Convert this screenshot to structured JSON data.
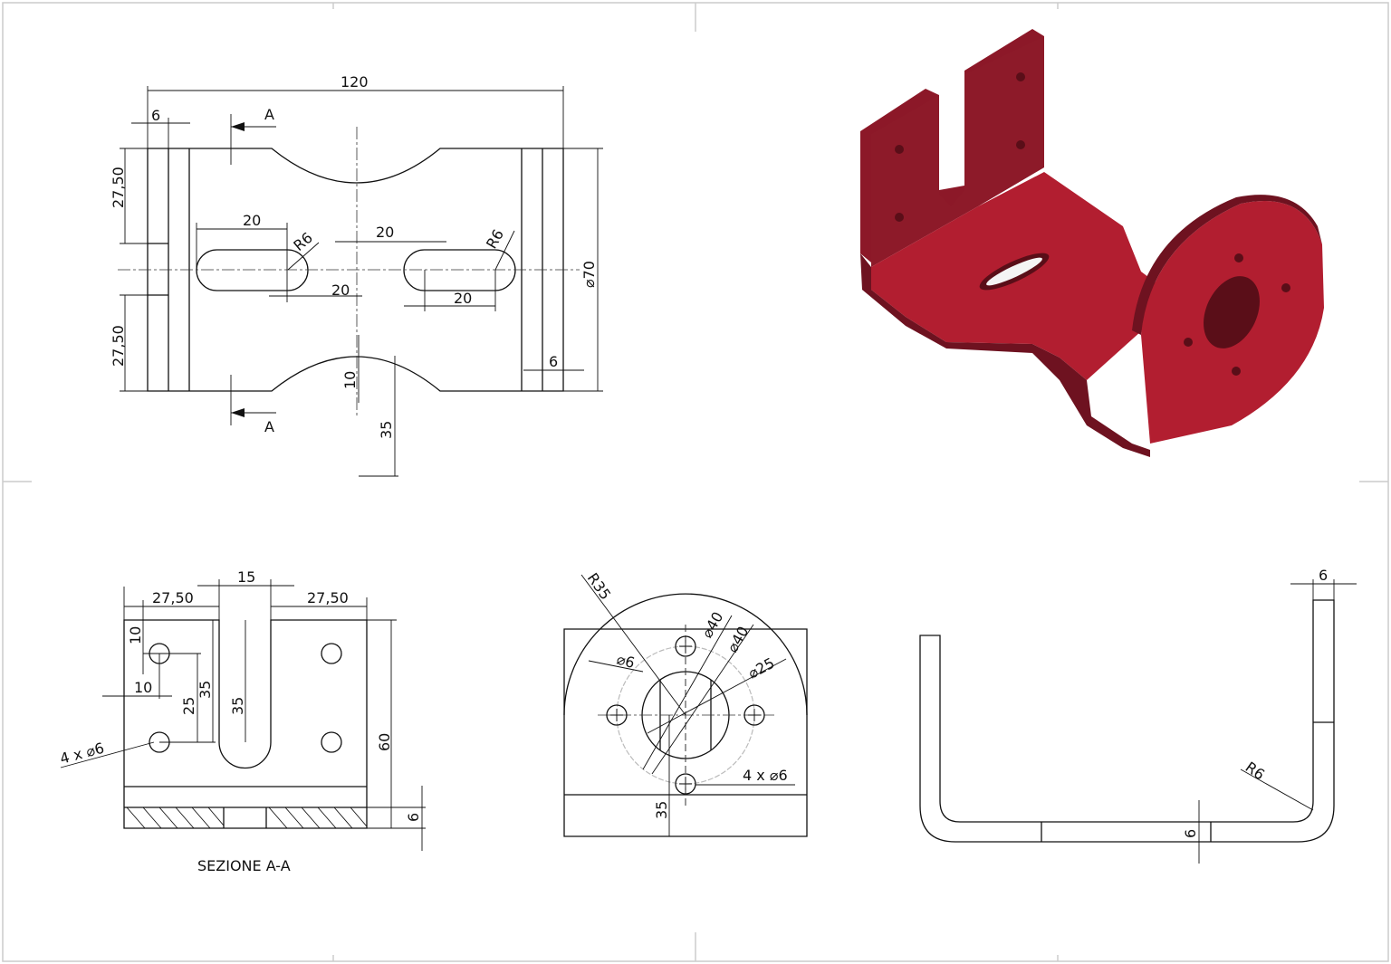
{
  "colors": {
    "part_face": "#b21e30",
    "part_dark": "#8c1828",
    "part_side": "#6e1220",
    "line": "#111111"
  },
  "top_view": {
    "overall_width": "120",
    "flange_left": "6",
    "flange_right": "6",
    "half_height_top": "27,50",
    "half_height_bottom": "27,50",
    "diameter": "⌀70",
    "slot_left_length": "20",
    "slot_left_offset": "20",
    "slot_right_offset": "20",
    "slot_right_length": "20",
    "slot_left_radius": "R6",
    "slot_right_radius": "R6",
    "cutout_depth": "10",
    "cutout_center": "35",
    "section_label_top": "A",
    "section_label_bottom": "A"
  },
  "section_view": {
    "title": "SEZIONE A-A",
    "slot_width": "15",
    "left_width": "27,50",
    "right_width": "27,50",
    "hole_top_offset": "10",
    "hole_side_offset": "10",
    "hole_spacing": "25",
    "slot_to_hole": "35",
    "slot_depth": "35",
    "height": "60",
    "thickness": "6",
    "holes_callout": "4 x ⌀6"
  },
  "front_view": {
    "radius": "R35",
    "bolt_circle_1": "⌀40",
    "bolt_circle_2": "⌀40",
    "center_hole": "⌀25",
    "small_hole": "⌀6",
    "holes_callout": "4 x ⌀6",
    "center_height": "35"
  },
  "side_view": {
    "thickness_top": "6",
    "bend_radius": "R6",
    "thickness_bottom": "6"
  }
}
